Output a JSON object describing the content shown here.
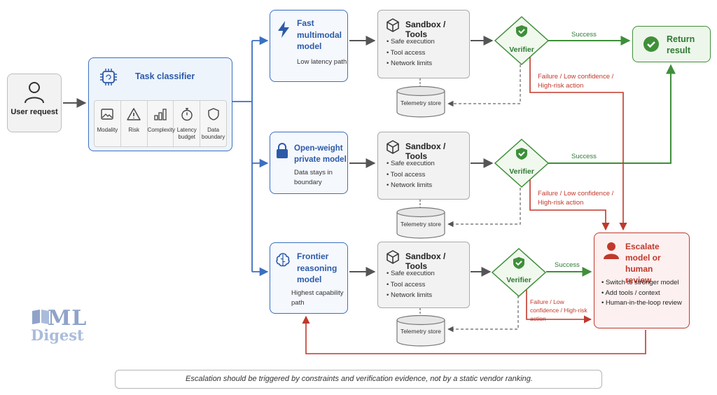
{
  "user": {
    "label": "User request",
    "icon": "user-icon"
  },
  "classifier": {
    "title": "Task classifier",
    "icon": "chip-icon",
    "factors": [
      {
        "label": "Modality",
        "icon": "image-icon"
      },
      {
        "label": "Risk",
        "icon": "warning-icon"
      },
      {
        "label": "Complexity",
        "icon": "bar-chart-icon"
      },
      {
        "label": "Latency budget",
        "icon": "stopwatch-icon"
      },
      {
        "label": "Data boundary",
        "icon": "shield-icon"
      }
    ]
  },
  "models": [
    {
      "title": "Fast multimodal model",
      "subtitle": "Low latency path",
      "icon": "lightning-icon"
    },
    {
      "title": "Open-weight private model",
      "subtitle": "Data stays in boundary",
      "icon": "lock-icon"
    },
    {
      "title": "Frontier reasoning model",
      "subtitle": "Highest capability path",
      "icon": "brain-icon"
    }
  ],
  "sandbox": {
    "title": "Sandbox / Tools",
    "icon": "cube-icon",
    "items": [
      "Safe execution",
      "Tool access",
      "Network limits"
    ]
  },
  "telemetry": {
    "label": "Telemetry store",
    "icon": "database-icon"
  },
  "verifier": {
    "label": "Verifier",
    "icon": "shield-check-icon"
  },
  "edges": {
    "success": "Success",
    "failure": "Failure / Low confidence / High-risk action"
  },
  "return_result": {
    "label": "Return result",
    "icon": "check-circle-icon"
  },
  "escalate": {
    "title": "Escalate model or human review",
    "icon": "person-icon",
    "items": [
      "Switch to stronger model",
      "Add tools / context",
      "Human-in-the-loop review"
    ]
  },
  "footer": "Escalation should be triggered by constraints and verification evidence, not by a static vendor ranking.",
  "logo": {
    "line1": "ML",
    "line2": "Digest"
  },
  "colors": {
    "blue": "#3b6fc2",
    "green": "#3f8f3a",
    "red": "#c0392b",
    "gray": "#555555"
  }
}
